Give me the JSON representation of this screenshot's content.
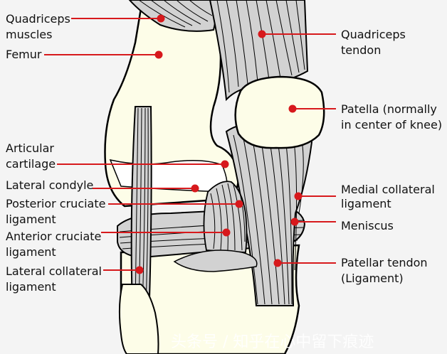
{
  "colors": {
    "bone": "#fdfde8",
    "tendon": "#d2d2d2",
    "outline": "#000000",
    "leader": "#d7191c"
  },
  "labels": {
    "quadriceps_muscles": [
      "Quadriceps",
      "muscles"
    ],
    "femur": [
      "Femur"
    ],
    "articular_cartilage": [
      "Articular",
      "cartilage"
    ],
    "lateral_condyle": [
      "Lateral condyle"
    ],
    "posterior_cruciate": [
      "Posterior cruciate",
      "ligament"
    ],
    "anterior_cruciate": [
      "Anterior cruciate",
      "ligament"
    ],
    "lateral_collateral": [
      "Lateral collateral",
      "ligament"
    ],
    "quadriceps_tendon": [
      "Quadriceps",
      "tendon"
    ],
    "patella": [
      "Patella (normally",
      "in center of knee)"
    ],
    "medial_collateral": [
      "Medial collateral",
      "ligament"
    ],
    "meniscus": [
      "Meniscus"
    ],
    "patellar_tendon": [
      "Patellar tendon",
      "(Ligament)"
    ]
  },
  "watermark": "头条号 / 知乎在心中留下痕迹"
}
